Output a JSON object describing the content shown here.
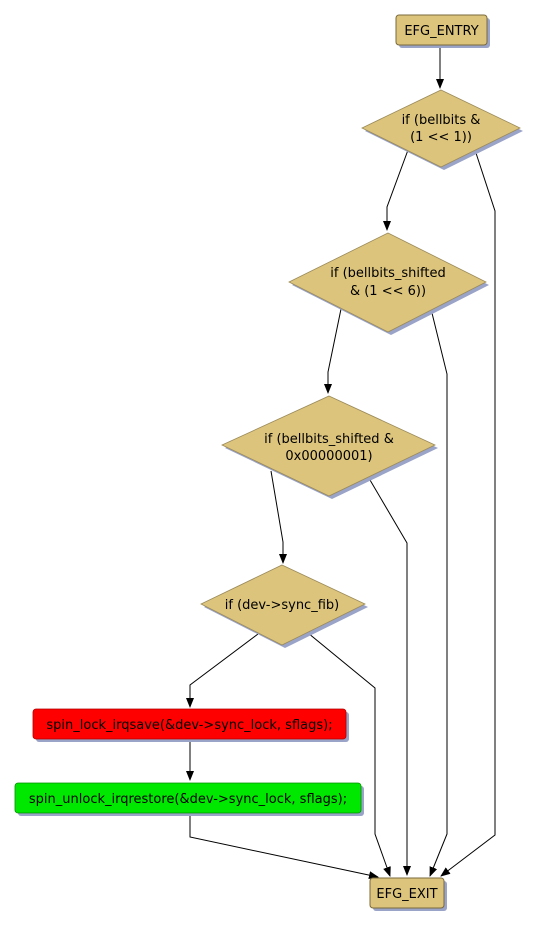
{
  "diagram": {
    "colors": {
      "terminal_fill": "#dcc47c",
      "decision_fill": "#dcc47c",
      "lock_fill": "#ff0000",
      "unlock_fill": "#00e800",
      "shadow": "#9aa3c8",
      "edge": "#000000"
    },
    "nodes": {
      "entry": {
        "label": "EFG_ENTRY"
      },
      "cond1": {
        "line1": "if (bellbits &",
        "line2": "(1 << 1))"
      },
      "cond2": {
        "line1": "if (bellbits_shifted",
        "line2": "& (1 << 6))"
      },
      "cond3": {
        "line1": "if (bellbits_shifted &",
        "line2": "0x00000001)"
      },
      "cond4": {
        "label": "if (dev->sync_fib)"
      },
      "lock": {
        "label": "spin_lock_irqsave(&dev->sync_lock, sflags);"
      },
      "unlock": {
        "label": "spin_unlock_irqrestore(&dev->sync_lock, sflags);"
      },
      "exit": {
        "label": "EFG_EXIT"
      }
    }
  }
}
